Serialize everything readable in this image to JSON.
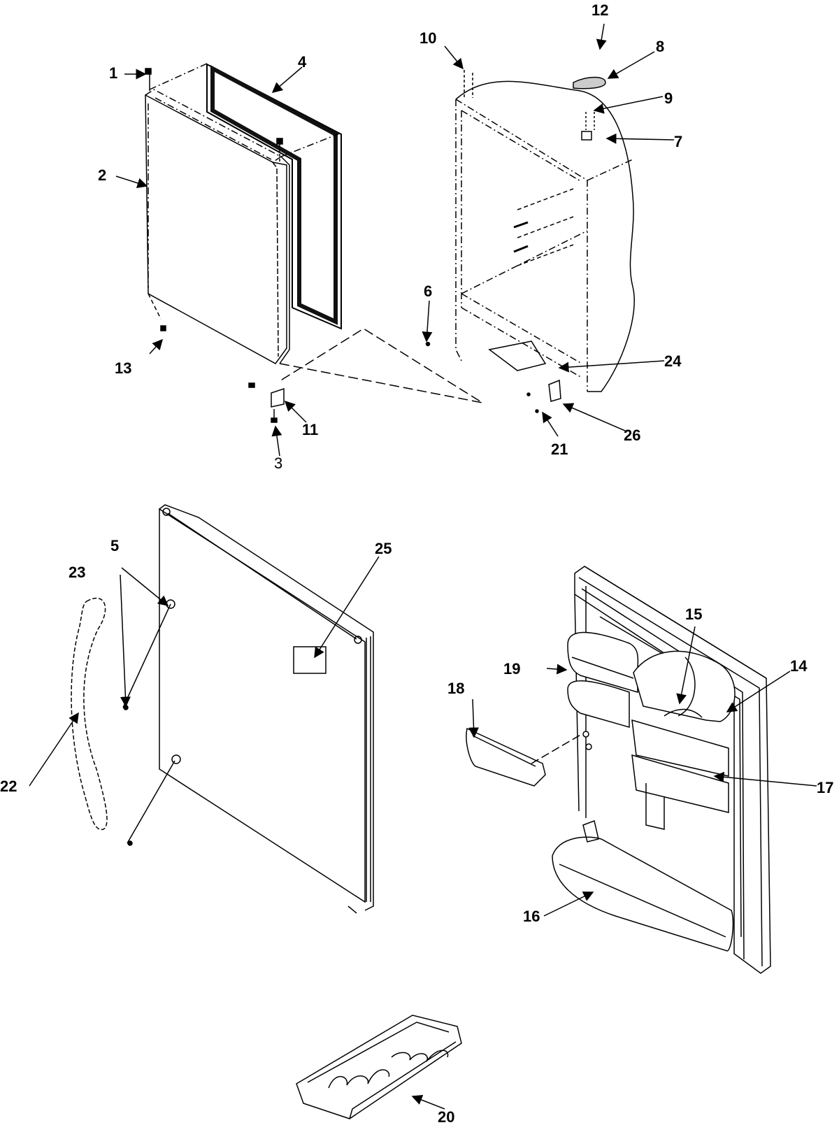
{
  "colors": {
    "line": "#000000",
    "background": "#ffffff"
  },
  "callouts": {
    "c1": "1",
    "c2": "2",
    "c3": "3",
    "c4": "4",
    "c5": "5",
    "c6": "6",
    "c7": "7",
    "c8": "8",
    "c9": "9",
    "c10": "10",
    "c11": "11",
    "c12": "12",
    "c13": "13",
    "c14": "14",
    "c15": "15",
    "c16": "16",
    "c17": "17",
    "c18": "18",
    "c19": "19",
    "c20": "20",
    "c21": "21",
    "c22": "22",
    "c23": "23",
    "c24": "24",
    "c25": "25",
    "c26": "26"
  }
}
